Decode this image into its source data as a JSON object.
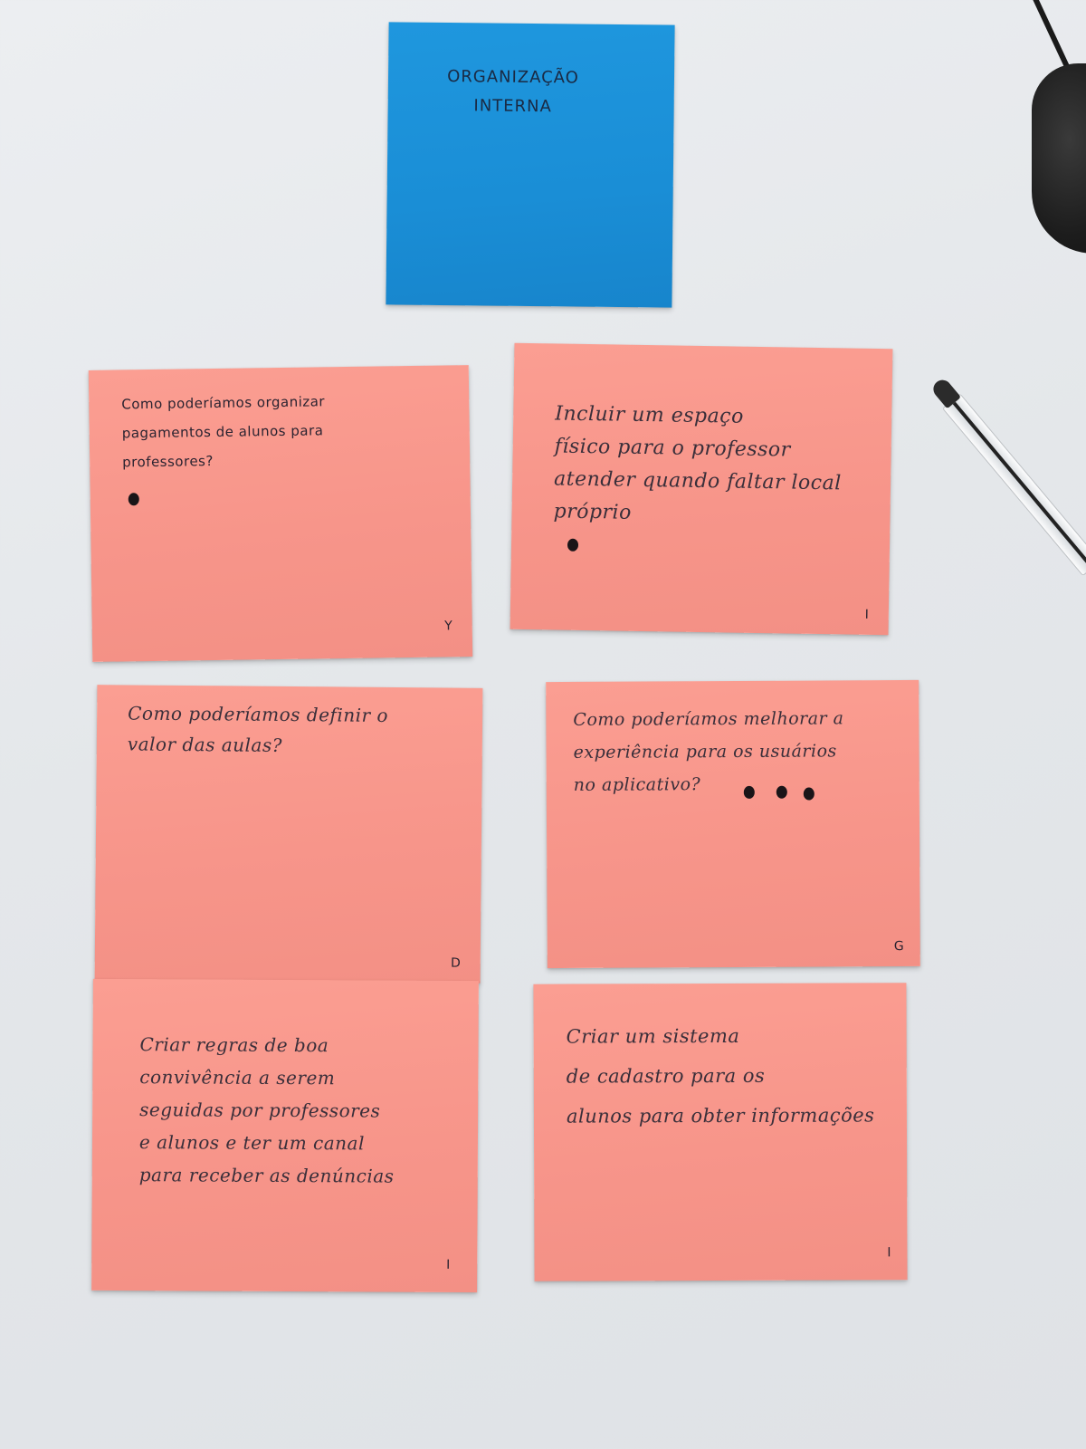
{
  "header_note": {
    "title": "ORGANIZAÇÃO\nINTERNA",
    "color": "#1a8ed6"
  },
  "notes": [
    {
      "text": "Como poderíamos organizar\npagamentos de alunos para\nprofessores?",
      "initial": "Y",
      "dots": 1
    },
    {
      "text": "Incluir um espaço\nfísico para o professor\natender quando faltar local\npróprio",
      "initial": "I",
      "dots": 1
    },
    {
      "text": "Como poderíamos definir o\nvalor das aulas?",
      "initial": "D",
      "dots": 0
    },
    {
      "text": "Como poderíamos melhorar a\nexperiência para os usuários\nno aplicativo?",
      "initial": "G",
      "dots": 3
    },
    {
      "text": "Criar regras de boa\nconvivência a serem\nseguidas por professores\ne alunos e ter um canal\npara receber as denúncias",
      "initial": "I",
      "dots": 0
    },
    {
      "text": "Criar um sistema\nde cadastro para os\nalunos para obter informações",
      "initial": "I",
      "dots": 0
    }
  ],
  "colors": {
    "blue_note": "#1a8ed6",
    "pink_note": "#f7958a",
    "ink": "#2a2330",
    "surface": "#e4e7ea"
  },
  "objects": [
    "pen",
    "computer-mouse"
  ]
}
